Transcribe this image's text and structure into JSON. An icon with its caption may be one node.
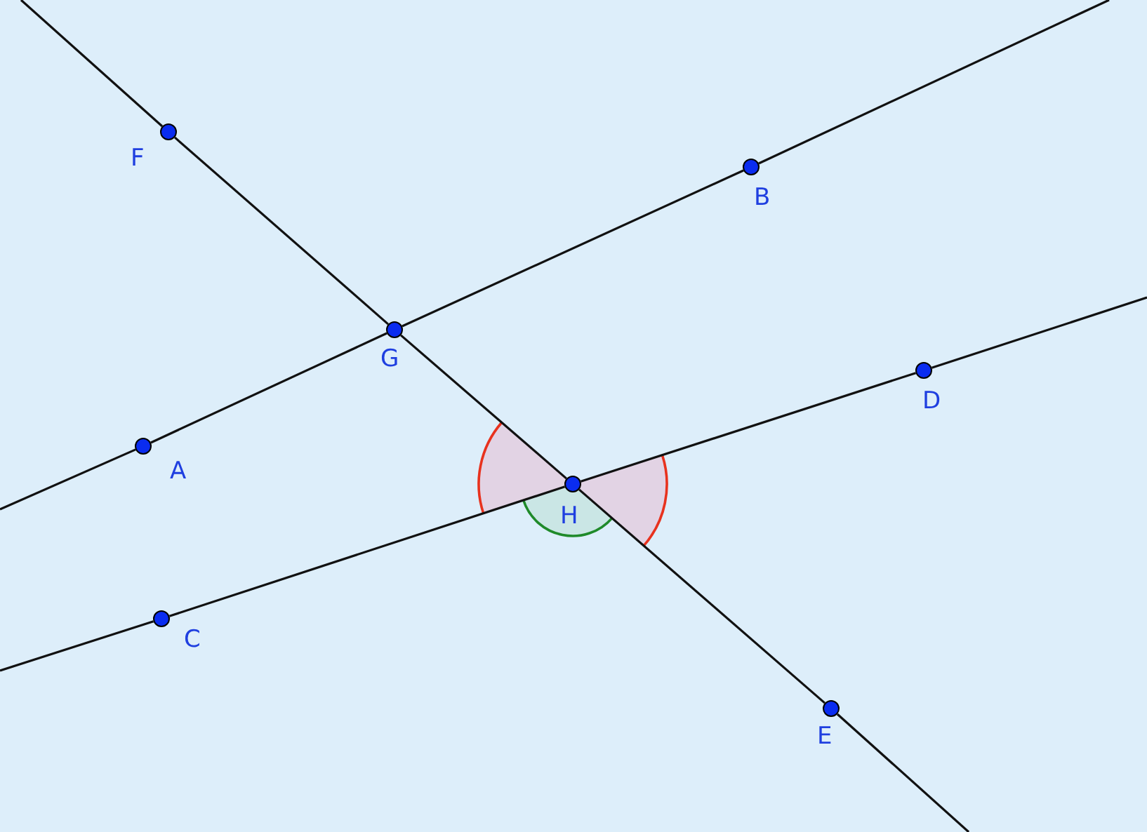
{
  "diagram": {
    "nodes": [
      {
        "text": [
          "F"
        ]
      },
      {
        "text": [
          "B"
        ]
      },
      {
        "text": [
          "G"
        ]
      },
      {
        "text": [
          "D"
        ]
      },
      {
        "text": [
          "A"
        ]
      },
      {
        "text": [
          "H"
        ]
      },
      {
        "text": [
          "C"
        ]
      },
      {
        "text": [
          "E"
        ]
      }
    ],
    "edges": [
      {
        "from": null,
        "to": 4,
        "arrow": "none"
      },
      {
        "from": 4,
        "to": 2,
        "arrow": "none"
      },
      {
        "from": 2,
        "to": 1,
        "arrow": "none"
      },
      {
        "from": 1,
        "to": null,
        "arrow": "none"
      },
      {
        "from": null,
        "to": 0,
        "arrow": "none"
      },
      {
        "from": 0,
        "to": 2,
        "arrow": "none"
      },
      {
        "from": 2,
        "to": 5,
        "arrow": "none"
      },
      {
        "from": 5,
        "to": 7,
        "arrow": "none"
      },
      {
        "from": 7,
        "to": null,
        "arrow": "none"
      },
      {
        "from": null,
        "to": 6,
        "arrow": "none"
      },
      {
        "from": 6,
        "to": 5,
        "arrow": "none"
      },
      {
        "from": 5,
        "to": 3,
        "arrow": "none"
      },
      {
        "from": 3,
        "to": null,
        "arrow": "none"
      }
    ]
  }
}
